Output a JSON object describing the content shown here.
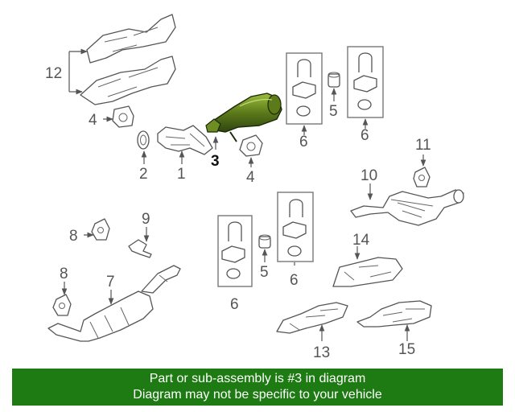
{
  "callouts": {
    "c1": "1",
    "c2": "2",
    "c3": "3",
    "c4a": "4",
    "c4b": "4",
    "c5a": "5",
    "c5b": "5",
    "c6a": "6",
    "c6b": "6",
    "c6c": "6",
    "c6d": "6",
    "c7": "7",
    "c8a": "8",
    "c8b": "8",
    "c9": "9",
    "c10": "10",
    "c11": "11",
    "c12": "12",
    "c13": "13",
    "c14": "14",
    "c15": "15"
  },
  "highlight_part": "3",
  "colors": {
    "highlight": "#5c7a1a",
    "banner": "#1e7a12",
    "banner_text": "#ffffff"
  },
  "banner": {
    "line1": "Part or sub-assembly is #3 in diagram",
    "line2": "Diagram may not be specific to your vehicle"
  }
}
